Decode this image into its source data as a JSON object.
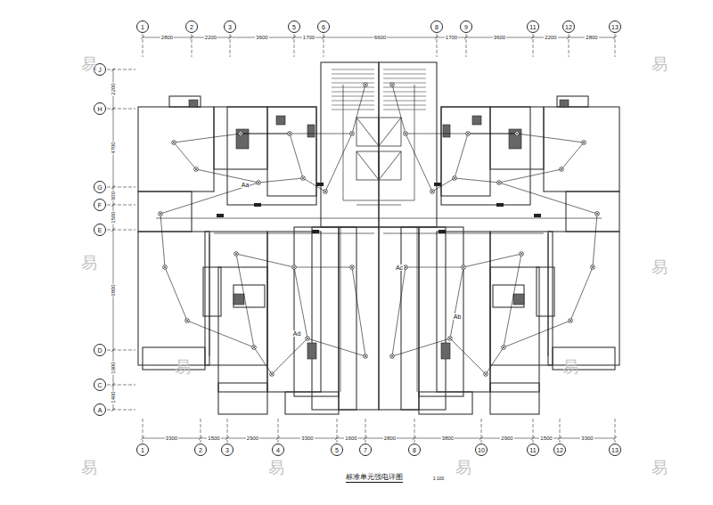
{
  "diagram": {
    "title": "标准单元强电详图",
    "nodes": [
      {
        "text": [
          "1"
        ]
      },
      {
        "text": [
          "2"
        ]
      },
      {
        "text": [
          "3"
        ]
      },
      {
        "text": [
          "5"
        ]
      },
      {
        "text": [
          "6"
        ]
      },
      {
        "text": [
          "8"
        ]
      },
      {
        "text": [
          "9"
        ]
      },
      {
        "text": [
          "11"
        ]
      },
      {
        "text": [
          "12"
        ]
      },
      {
        "text": [
          "13"
        ]
      },
      {
        "text": [
          "J"
        ]
      },
      {
        "text": [
          "H"
        ]
      },
      {
        "text": [
          "G"
        ]
      },
      {
        "text": [
          "F"
        ]
      },
      {
        "text": [
          "E"
        ]
      },
      {
        "text": [
          "D"
        ]
      },
      {
        "text": [
          "C"
        ]
      },
      {
        "text": [
          "A"
        ]
      },
      {
        "text": [
          "1"
        ]
      },
      {
        "text": [
          "2"
        ]
      },
      {
        "text": [
          "3"
        ]
      },
      {
        "text": [
          "4"
        ]
      },
      {
        "text": [
          "5"
        ]
      },
      {
        "text": [
          "7"
        ]
      },
      {
        "text": [
          "8"
        ]
      },
      {
        "text": [
          "10"
        ]
      },
      {
        "text": [
          "11"
        ]
      },
      {
        "text": [
          "12"
        ]
      },
      {
        "text": [
          "13"
        ]
      }
    ],
    "labels": [
      "2800",
      "2200",
      "3600",
      "1700",
      "6600",
      "1700",
      "3600",
      "2200",
      "2800",
      "3300",
      "1500",
      "2900",
      "3300",
      "1600",
      "2800",
      "3800",
      "2900",
      "1500",
      "3300",
      "2200",
      "4700",
      "600",
      "1500",
      "6800",
      "1900",
      "1400",
      "Aa",
      "Ab",
      "Ac",
      "Ad",
      "易",
      "易",
      "易",
      "易",
      "易",
      "易",
      "易",
      "易",
      "易",
      "易",
      "1:100"
    ]
  }
}
